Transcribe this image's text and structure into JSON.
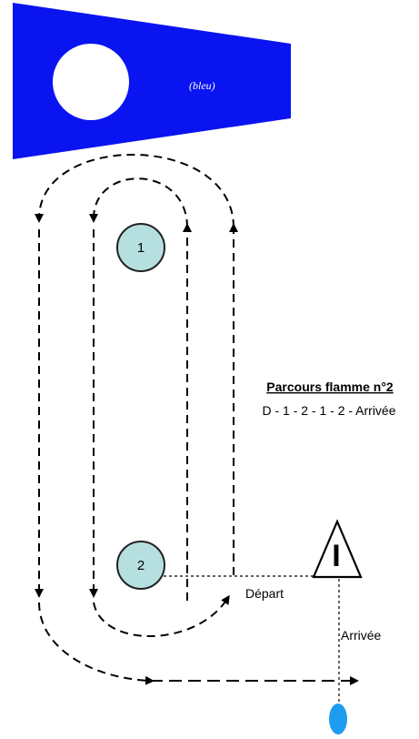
{
  "flag": {
    "label": "(bleu)",
    "color": "#0a14f0"
  },
  "course": {
    "title": "Parcours flamme n°2",
    "sequence": "D - 1 - 2 - 1 - 2 - Arrivée"
  },
  "buoys": [
    {
      "label": "1",
      "color": "#b6dfe0"
    },
    {
      "label": "2",
      "color": "#b6dfe0"
    }
  ],
  "committee": {
    "letter": "I"
  },
  "labels": {
    "start": "Départ",
    "finish": "Arrivée"
  },
  "finish_buoy_color": "#1e9cf0"
}
